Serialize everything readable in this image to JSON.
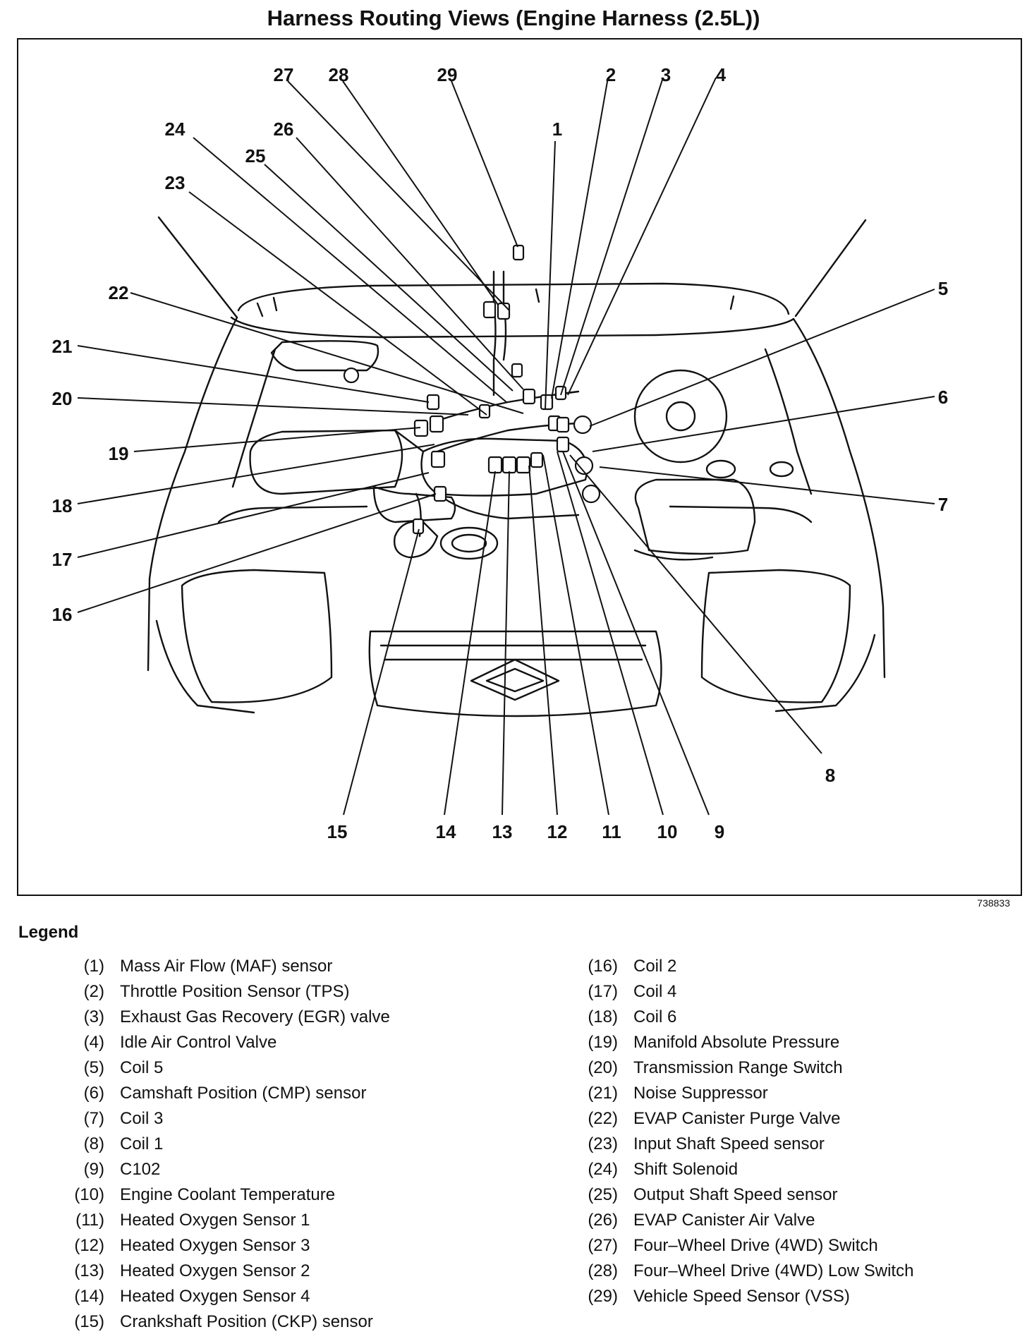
{
  "title": "Harness Routing Views (Engine Harness (2.5L))",
  "figure_id": "738833",
  "legend": {
    "title": "Legend",
    "items": [
      {
        "num": "(1)",
        "label": "Mass Air Flow (MAF) sensor"
      },
      {
        "num": "(2)",
        "label": "Throttle Position Sensor (TPS)"
      },
      {
        "num": "(3)",
        "label": "Exhaust Gas Recovery (EGR) valve"
      },
      {
        "num": "(4)",
        "label": "Idle Air Control Valve"
      },
      {
        "num": "(5)",
        "label": "Coil 5"
      },
      {
        "num": "(6)",
        "label": "Camshaft Position (CMP) sensor"
      },
      {
        "num": "(7)",
        "label": "Coil 3"
      },
      {
        "num": "(8)",
        "label": "Coil 1"
      },
      {
        "num": "(9)",
        "label": "C102"
      },
      {
        "num": "(10)",
        "label": "Engine Coolant Temperature"
      },
      {
        "num": "(11)",
        "label": "Heated Oxygen Sensor 1"
      },
      {
        "num": "(12)",
        "label": "Heated Oxygen Sensor 3"
      },
      {
        "num": "(13)",
        "label": "Heated Oxygen Sensor 2"
      },
      {
        "num": "(14)",
        "label": "Heated Oxygen Sensor 4"
      },
      {
        "num": "(15)",
        "label": "Crankshaft Position (CKP) sensor"
      },
      {
        "num": "(16)",
        "label": "Coil 2"
      },
      {
        "num": "(17)",
        "label": "Coil 4"
      },
      {
        "num": "(18)",
        "label": "Coil 6"
      },
      {
        "num": "(19)",
        "label": "Manifold Absolute Pressure"
      },
      {
        "num": "(20)",
        "label": "Transmission Range Switch"
      },
      {
        "num": "(21)",
        "label": "Noise Suppressor"
      },
      {
        "num": "(22)",
        "label": "EVAP Canister Purge Valve"
      },
      {
        "num": "(23)",
        "label": "Input Shaft Speed sensor"
      },
      {
        "num": "(24)",
        "label": "Shift Solenoid"
      },
      {
        "num": "(25)",
        "label": "Output Shaft Speed sensor"
      },
      {
        "num": "(26)",
        "label": "EVAP Canister Air Valve"
      },
      {
        "num": "(27)",
        "label": "Four–Wheel Drive (4WD) Switch"
      },
      {
        "num": "(28)",
        "label": "Four–Wheel Drive (4WD) Low Switch"
      },
      {
        "num": "(29)",
        "label": "Vehicle Speed Sensor (VSS)"
      }
    ]
  },
  "callouts": [
    "1",
    "2",
    "3",
    "4",
    "5",
    "6",
    "7",
    "8",
    "9",
    "10",
    "11",
    "12",
    "13",
    "14",
    "15",
    "16",
    "17",
    "18",
    "19",
    "20",
    "21",
    "22",
    "23",
    "24",
    "25",
    "26",
    "27",
    "28",
    "29"
  ]
}
